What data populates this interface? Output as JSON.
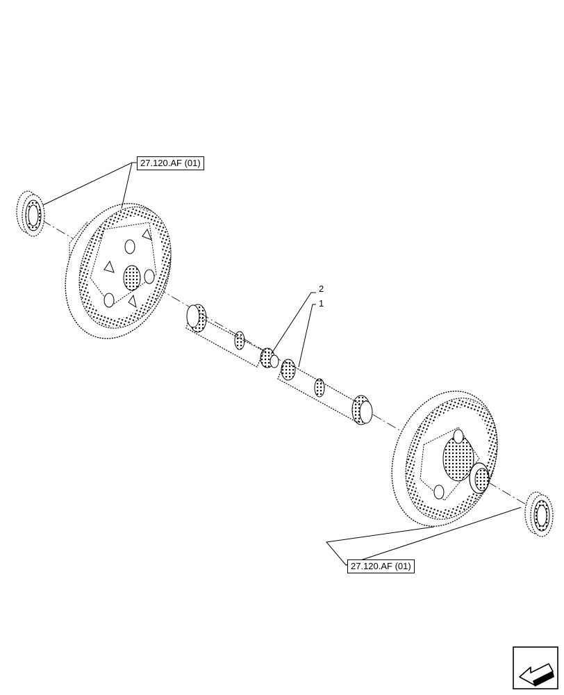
{
  "references": {
    "top": "27.120.AF (01)",
    "bottom": "27.120.AF (01)"
  },
  "callouts": {
    "item_2": "2",
    "item_1": "1"
  },
  "navigation": {
    "icon": "arrow-back-icon"
  }
}
